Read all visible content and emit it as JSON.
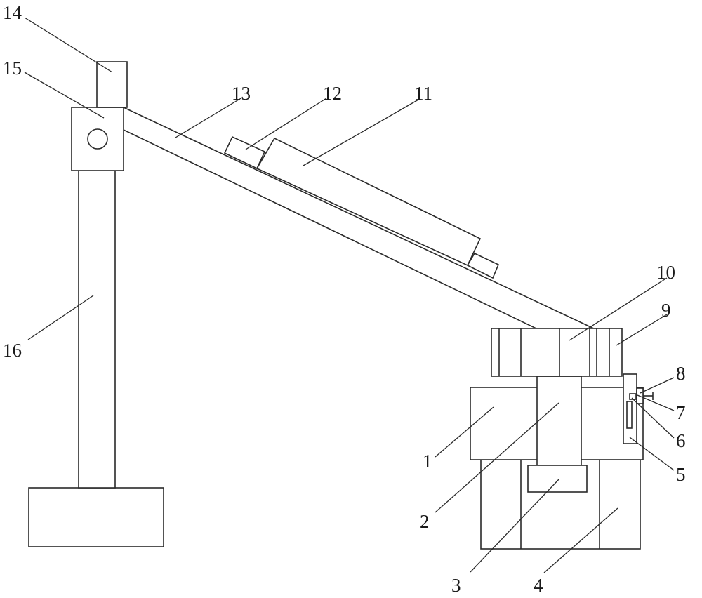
{
  "labels": {
    "l1": "1",
    "l2": "2",
    "l3": "3",
    "l4": "4",
    "l5": "5",
    "l6": "6",
    "l7": "7",
    "l8": "8",
    "l9": "9",
    "l10": "10",
    "l11": "11",
    "l12": "12",
    "l13": "13",
    "l14": "14",
    "l15": "15",
    "l16": "16"
  },
  "colors": {
    "line": "#2a2a2a",
    "text": "#1a1a1a",
    "background": "#ffffff"
  }
}
